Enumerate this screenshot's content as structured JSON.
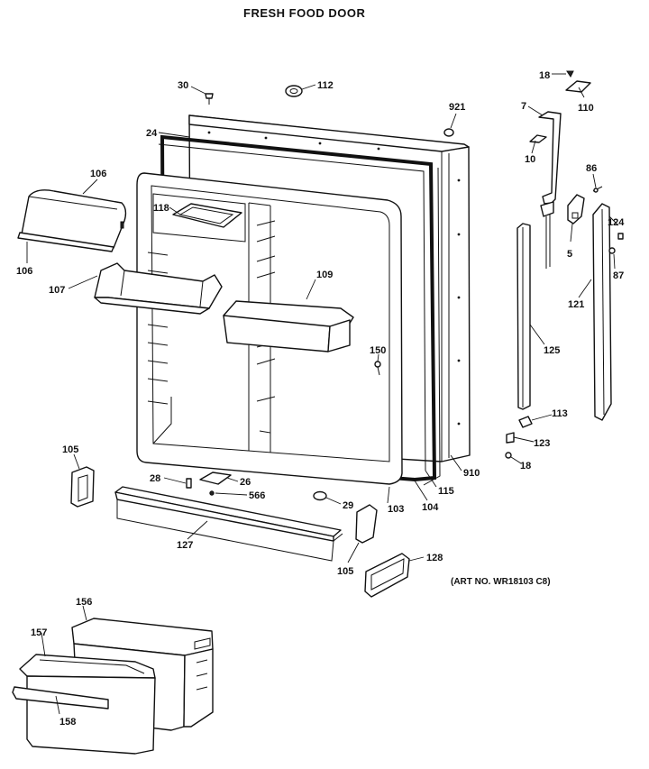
{
  "title": "FRESH FOOD DOOR",
  "art_note": "(ART NO. WR18103 C8)",
  "callouts": {
    "c18a": "18",
    "c110": "110",
    "c30": "30",
    "c112": "112",
    "c921": "921",
    "c7": "7",
    "c24": "24",
    "c10": "10",
    "c86": "86",
    "c106a": "106",
    "c106b": "106",
    "c118": "118",
    "c124": "124",
    "c5": "5",
    "c87": "87",
    "c107": "107",
    "c109": "109",
    "c121": "121",
    "c125": "125",
    "c150": "150",
    "c113": "113",
    "c123": "123",
    "c105a": "105",
    "c18b": "18",
    "c910": "910",
    "c28": "28",
    "c26": "26",
    "c566": "566",
    "c115": "115",
    "c29": "29",
    "c103": "103",
    "c104": "104",
    "c127": "127",
    "c128": "128",
    "c105b": "105",
    "c156": "156",
    "c157": "157",
    "c158": "158"
  }
}
